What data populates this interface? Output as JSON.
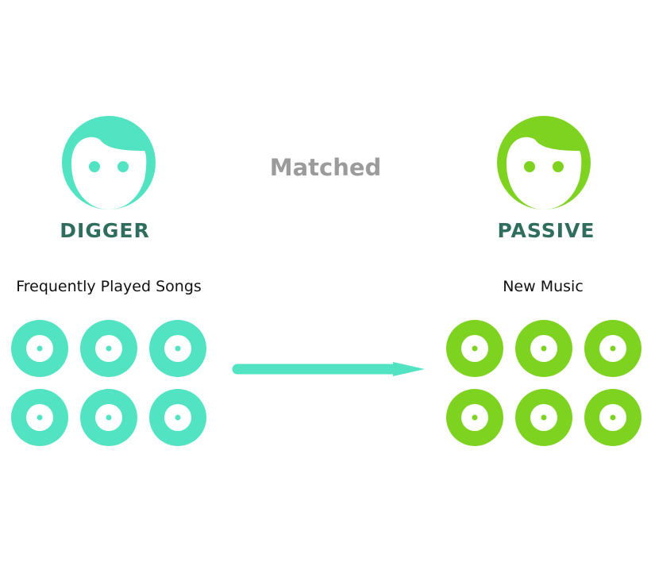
{
  "center_label": "Matched",
  "left": {
    "persona": "DIGGER",
    "group_label": "Frequently Played Songs",
    "color": "#52e3c2",
    "disc_count": 6
  },
  "right": {
    "persona": "PASSIVE",
    "group_label": "New Music",
    "color": "#7ed321",
    "disc_count": 6
  },
  "icons": {
    "avatar": "face-icon",
    "disc": "vinyl-record-icon",
    "connector": "arrow-right-icon"
  }
}
